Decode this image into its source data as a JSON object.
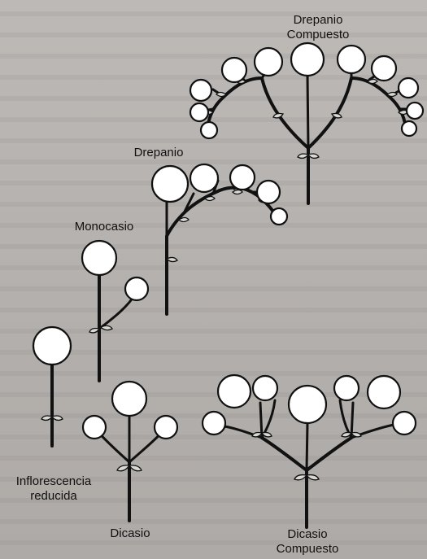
{
  "labels": {
    "drepanio_compuesto_line1": "Drepanio",
    "drepanio_compuesto_line2": "Compuesto",
    "drepanio": "Drepanio",
    "monocasio": "Monocasio",
    "inflorescencia_line1": "Inflorescencia",
    "inflorescencia_line2": "reducida",
    "dicasio": "Dicasio",
    "dicasio_compuesto_line1": "Dicasio",
    "dicasio_compuesto_line2": "Compuesto"
  },
  "colors": {
    "ink": "#111111",
    "paper": "#b7b3b0",
    "flower_fill": "#ffffff"
  }
}
